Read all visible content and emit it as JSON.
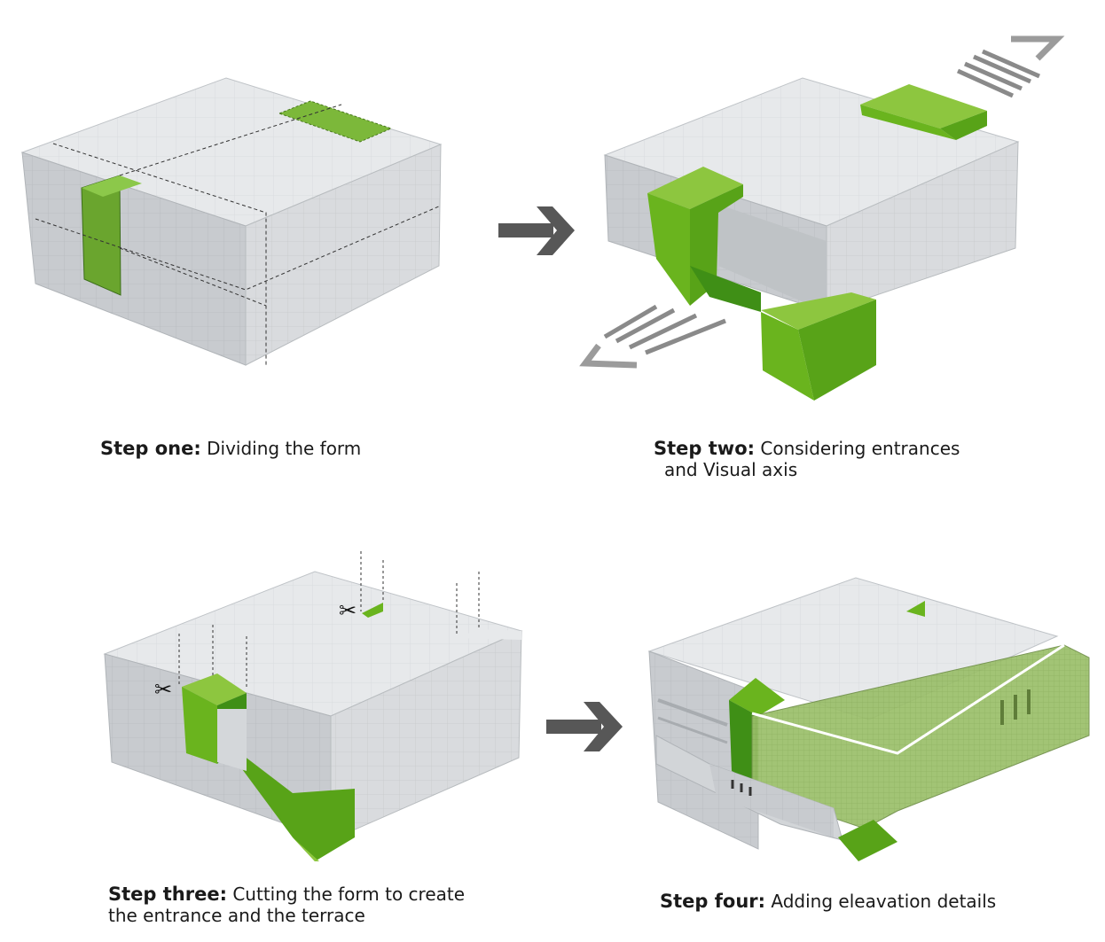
{
  "steps": [
    {
      "bold": "Step one:",
      "rest": "Dividing the form",
      "line2": ""
    },
    {
      "bold": "Step two:",
      "rest": "Considering entrances",
      "line2": "and Visual axis"
    },
    {
      "bold": "Step three:",
      "rest": "Cutting the form to create",
      "line2": "the entrance and the terrace"
    },
    {
      "bold": "Step four:",
      "rest": "Adding eleavation details",
      "line2": ""
    }
  ],
  "colors": {
    "green_light": "#8dc63f",
    "green_mid": "#6ab41e",
    "green_dark": "#3f8f16",
    "box_top": "#e6e8ea",
    "box_left": "#c9ccd0",
    "box_right": "#d9dbde",
    "arrow": "#575757",
    "caption": "#1a1a1a"
  },
  "icons": {
    "process_arrow": "right-arrow-icon",
    "cut_marker": "scissors-icon",
    "axis_arrow": "striped-arrow-icon"
  }
}
